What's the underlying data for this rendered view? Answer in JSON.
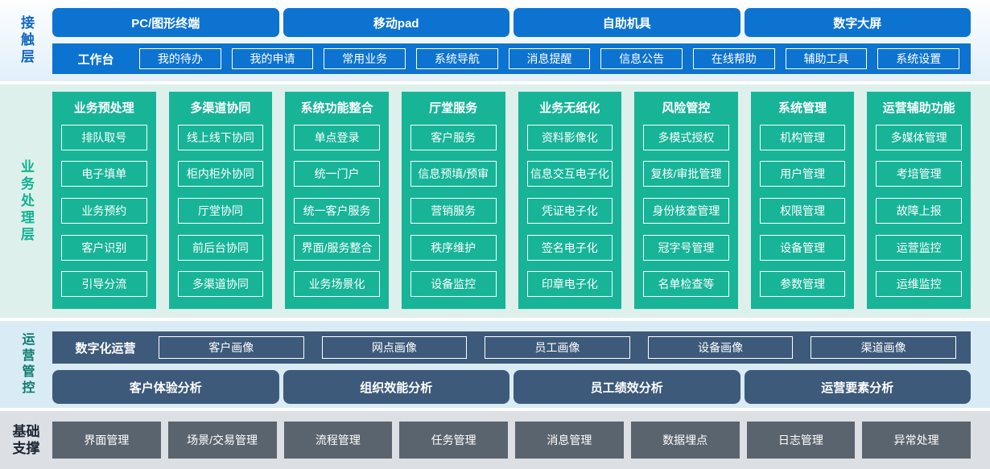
{
  "colors": {
    "primary_blue": "#0d73d1",
    "label_blue": "#1167c5",
    "green": "#17b498",
    "label_green": "#12b292",
    "slate_blue": "#3d5a7a",
    "label_teal": "#0e7b6e",
    "gray_button": "#5a646e",
    "band2_bg": "#def0eb",
    "band3_bg": "#d9ecf6",
    "band4_bg": "#dcdfe3"
  },
  "contact_layer": {
    "label": "接触层",
    "channels": [
      "PC/图形终端",
      "移动pad",
      "自助机具",
      "数字大屏"
    ],
    "workbench": {
      "label": "工作台",
      "items": [
        "我的待办",
        "我的申请",
        "常用业务",
        "系统导航",
        "消息提醒",
        "信息公告",
        "在线帮助",
        "辅助工具",
        "系统设置"
      ]
    }
  },
  "business_layer": {
    "label": "业务处理层",
    "columns": [
      {
        "title": "业务预处理",
        "items": [
          "排队取号",
          "电子填单",
          "业务预约",
          "客户识别",
          "引导分流"
        ]
      },
      {
        "title": "多渠道协同",
        "items": [
          "线上线下协同",
          "柜内柜外协同",
          "厅堂协同",
          "前后台协同",
          "多渠道协同"
        ]
      },
      {
        "title": "系统功能整合",
        "items": [
          "单点登录",
          "统一门户",
          "统一客户服务",
          "界面/服务整合",
          "业务场景化"
        ]
      },
      {
        "title": "厅堂服务",
        "items": [
          "客户服务",
          "信息预填/预审",
          "营销服务",
          "秩序维护",
          "设备监控"
        ]
      },
      {
        "title": "业务无纸化",
        "items": [
          "资料影像化",
          "信息交互电子化",
          "凭证电子化",
          "签名电子化",
          "印章电子化"
        ]
      },
      {
        "title": "风险管控",
        "items": [
          "多模式授权",
          "复核/审批管理",
          "身份核查管理",
          "冠字号管理",
          "名单检查等"
        ]
      },
      {
        "title": "系统管理",
        "items": [
          "机构管理",
          "用户管理",
          "权限管理",
          "设备管理",
          "参数管理"
        ]
      },
      {
        "title": "运营辅助功能",
        "items": [
          "多媒体管理",
          "考培管理",
          "故障上报",
          "运营监控",
          "运维监控"
        ]
      }
    ]
  },
  "operations_layer": {
    "label": "运营管控",
    "digital_ops": {
      "label": "数字化运营",
      "items": [
        "客户画像",
        "网点画像",
        "员工画像",
        "设备画像",
        "渠道画像"
      ]
    },
    "analysis": [
      "客户体验分析",
      "组织效能分析",
      "员工绩效分析",
      "运营要素分析"
    ]
  },
  "foundation_layer": {
    "label": "基础支撑",
    "items": [
      "界面管理",
      "场景/交易管理",
      "流程管理",
      "任务管理",
      "消息管理",
      "数据埋点",
      "日志管理",
      "异常处理"
    ]
  }
}
